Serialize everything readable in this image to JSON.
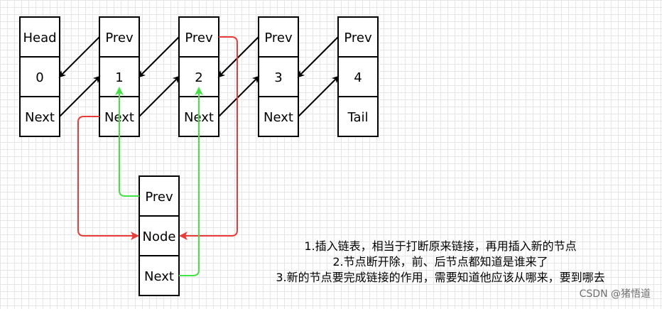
{
  "nodes": [
    {
      "prev": "Head",
      "value": "0",
      "next": "Next"
    },
    {
      "prev": "Prev",
      "value": "1",
      "next": "Next"
    },
    {
      "prev": "Prev",
      "value": "2",
      "next": "Next"
    },
    {
      "prev": "Prev",
      "value": "3",
      "next": "Next"
    },
    {
      "prev": "Prev",
      "value": "4",
      "next": "Tail"
    }
  ],
  "new_node": {
    "prev": "Prev",
    "value": "Node",
    "next": "Next"
  },
  "notes": [
    "1.插入链表，相当于打断原来链接，再用插入新的节点",
    "2.节点断开除，前、后节点都知道是谁来了",
    "3.新的节点要完成链接的作用，需要知道他应该从哪来，要到哪去"
  ],
  "watermark": "CSDN @猪悟道",
  "colors": {
    "red": "#ea3b3b",
    "green": "#44e144",
    "black": "#000000"
  }
}
